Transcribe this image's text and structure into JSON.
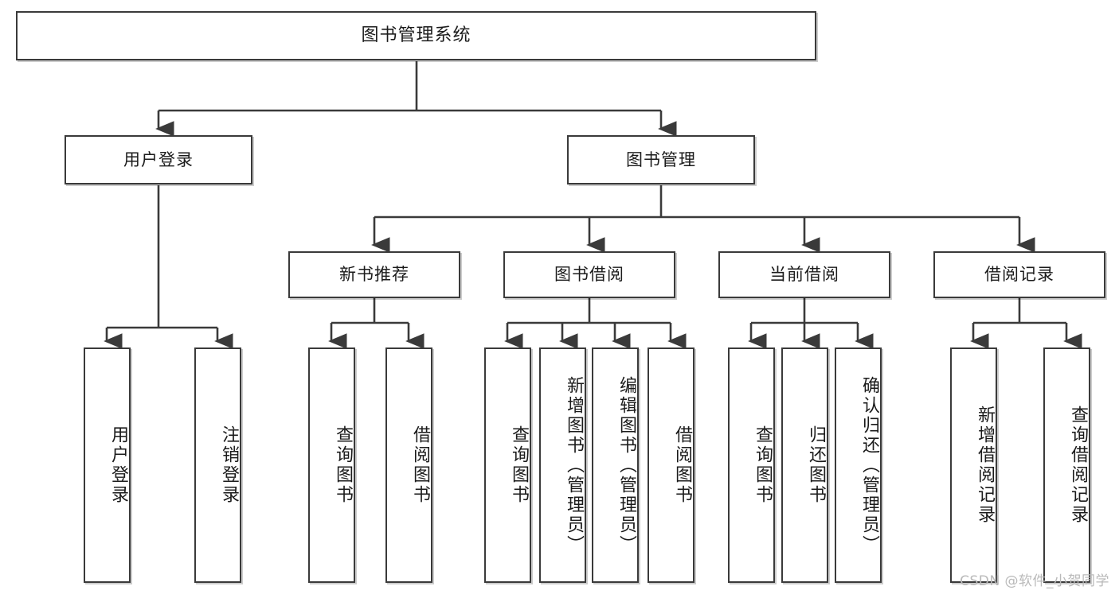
{
  "diagram": {
    "title": "图书管理系统",
    "watermark": "CSDN @软件_小贺同学",
    "colors": {
      "border": "#3a3a3a",
      "background": "#ffffff",
      "text": "#1b1b1b",
      "watermark": "#b9b9b9"
    },
    "nodes": {
      "root": {
        "label": "图书管理系统"
      },
      "level2": [
        {
          "id": "user-login",
          "label": "用户登录"
        },
        {
          "id": "book-manage",
          "label": "图书管理"
        }
      ],
      "level3": [
        {
          "id": "new-book-recommend",
          "label": "新书推荐"
        },
        {
          "id": "book-borrow",
          "label": "图书借阅"
        },
        {
          "id": "current-borrow",
          "label": "当前借阅"
        },
        {
          "id": "borrow-record",
          "label": "借阅记录"
        }
      ],
      "leaves": {
        "user-login": [
          {
            "id": "leaf-user-login",
            "label": "用户登录"
          },
          {
            "id": "leaf-logout-login",
            "label": "注销登录"
          }
        ],
        "new-book-recommend": [
          {
            "id": "leaf-query-book-1",
            "label": "查询图书"
          },
          {
            "id": "leaf-borrow-book-1",
            "label": "借阅图书"
          }
        ],
        "book-borrow": [
          {
            "id": "leaf-query-book-2",
            "label": "查询图书"
          },
          {
            "id": "leaf-add-book",
            "label": "新增图书（管理员）"
          },
          {
            "id": "leaf-edit-book",
            "label": "编辑图书（管理员）"
          },
          {
            "id": "leaf-borrow-book-2",
            "label": "借阅图书"
          }
        ],
        "current-borrow": [
          {
            "id": "leaf-query-book-3",
            "label": "查询图书"
          },
          {
            "id": "leaf-return-book",
            "label": "归还图书"
          },
          {
            "id": "leaf-confirm-return",
            "label": "确认归还（管理员）"
          }
        ],
        "borrow-record": [
          {
            "id": "leaf-add-record",
            "label": "新增借阅记录"
          },
          {
            "id": "leaf-query-record",
            "label": "查询借阅记录"
          }
        ]
      }
    }
  }
}
